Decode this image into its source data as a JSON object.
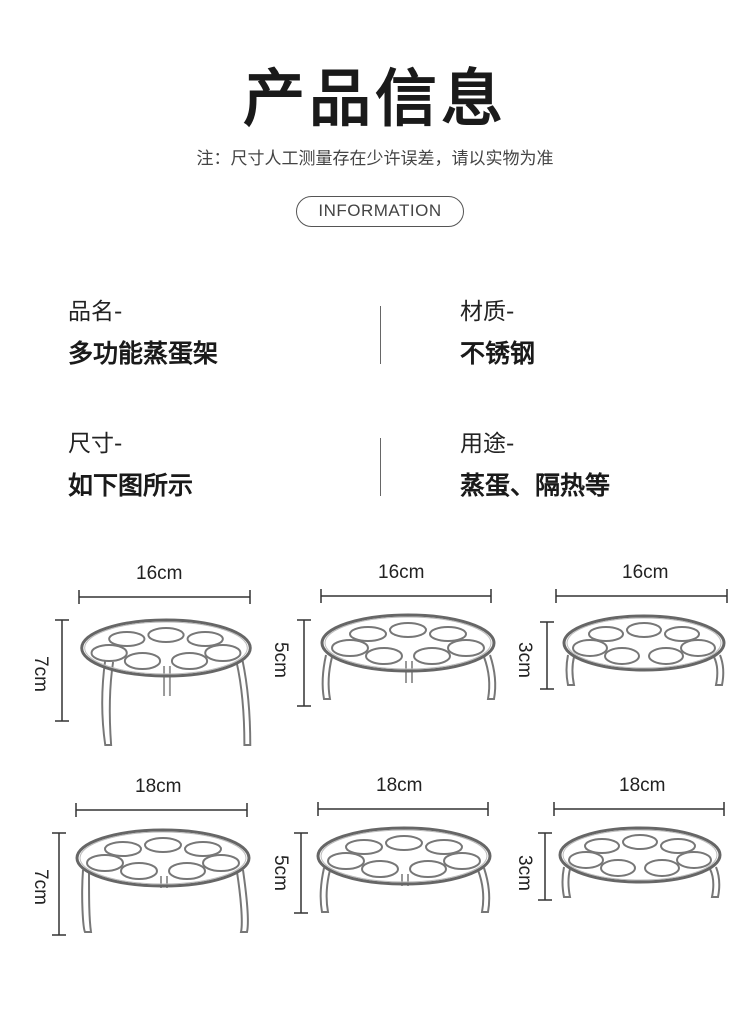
{
  "header": {
    "title": "产品信息",
    "note": "注：尺寸人工测量存在少许误差，请以实物为准",
    "badge": "INFORMATION"
  },
  "info": [
    {
      "label": "品名-",
      "value": "多功能蒸蛋架"
    },
    {
      "label": "材质-",
      "value": "不锈钢"
    },
    {
      "label": "尺寸-",
      "value": "如下图所示"
    },
    {
      "label": "用途-",
      "value": "蒸蛋、隔热等"
    }
  ],
  "racks": [
    {
      "diameter": "16cm",
      "height": "7cm"
    },
    {
      "diameter": "16cm",
      "height": "5cm"
    },
    {
      "diameter": "16cm",
      "height": "3cm"
    },
    {
      "diameter": "18cm",
      "height": "7cm"
    },
    {
      "diameter": "18cm",
      "height": "5cm"
    },
    {
      "diameter": "18cm",
      "height": "3cm"
    }
  ]
}
